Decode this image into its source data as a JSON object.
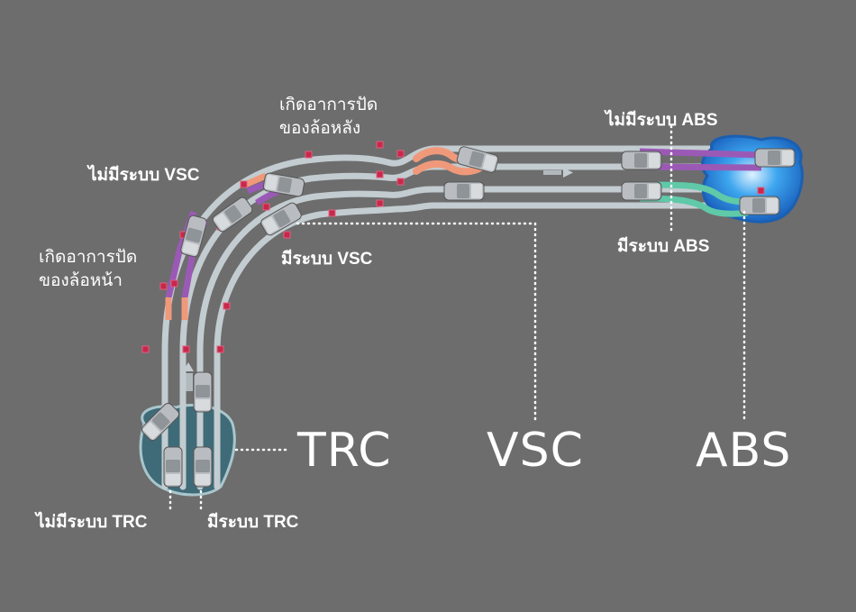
{
  "labels": {
    "rear_skid": [
      "เกิดอาการปัด",
      "ของล้อหลัง"
    ],
    "front_skid": [
      "เกิดอาการปัด",
      "ของล้อหน้า"
    ],
    "no_vsc": "ไม่มีระบบ VSC",
    "with_vsc": "มีระบบ VSC",
    "no_abs": "ไม่มีระบบ ABS",
    "with_abs": "มีระบบ ABS",
    "no_trc": "ไม่มีระบบ TRC",
    "with_trc": "มีระบบ TRC"
  },
  "systems": {
    "trc": "TRC",
    "vsc": "VSC",
    "abs": "ABS"
  },
  "colors": {
    "background": "#6d6d6d",
    "track": "#c3ccd0",
    "no_system_path": "#9b59b6",
    "skid_path": "#f0997a",
    "abs_path": "#5fc9a8",
    "water": "#2a8fd8",
    "trc_puddle": "#3f6b78",
    "marker": "#c8284a"
  }
}
